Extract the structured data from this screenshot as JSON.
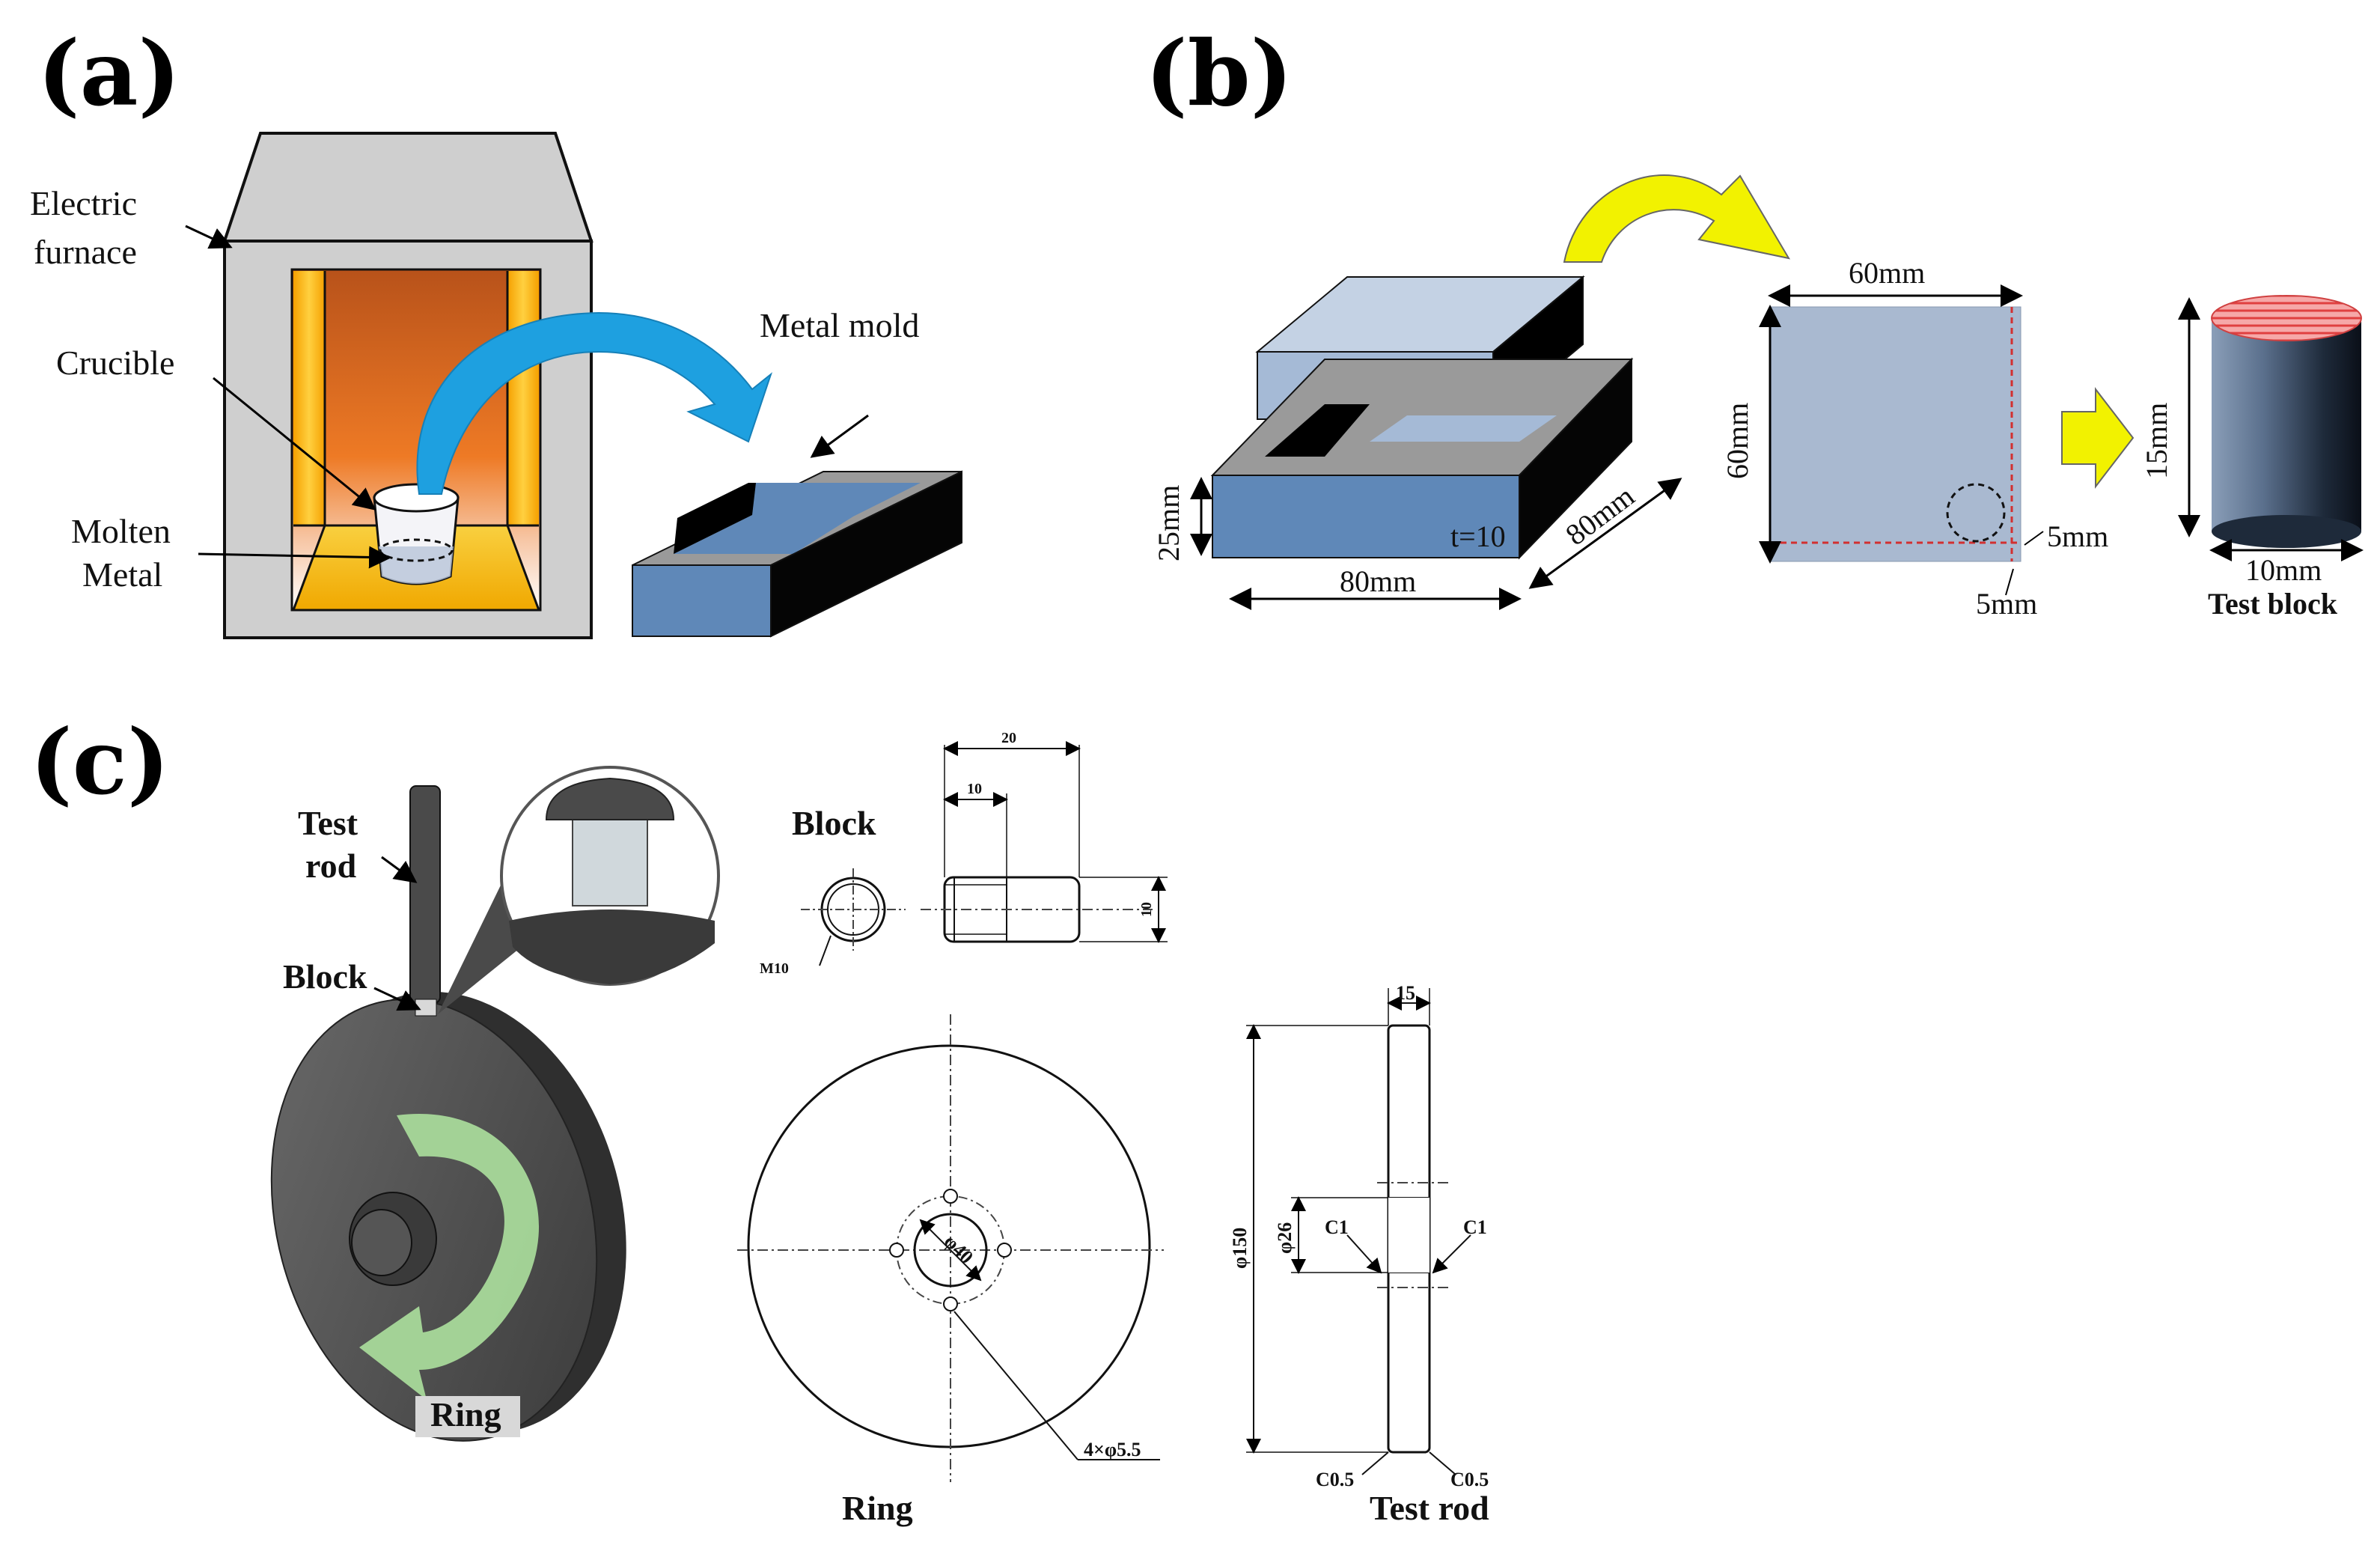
{
  "panels": {
    "a": {
      "label": "(a)",
      "electric_furnace": "Electric",
      "electric_furnace_2": "furnace",
      "crucible": "Crucible",
      "molten": "Molten",
      "metal": "Metal",
      "metal_mold": "Metal mold"
    },
    "b": {
      "label": "(b)",
      "dim_25": "25mm",
      "dim_80_w": "80mm",
      "dim_80_d": "80mm",
      "thickness": "t=10",
      "dim_60_top": "60mm",
      "dim_60_side": "60mm",
      "dim_5_right": "5mm",
      "dim_5_bottom": "5mm",
      "dim_15": "15mm",
      "dim_10": "10mm",
      "test_block": "Test block"
    },
    "c": {
      "label": "(c)",
      "test": "Test",
      "rod": "rod",
      "block": "Block",
      "ring": "Ring",
      "drawing_block": "Block",
      "block_20": "20",
      "block_10_top": "10",
      "block_10_side": "10",
      "block_m10": "M10",
      "ring_phi40": "φ40",
      "ring_holes": "4×φ5.5",
      "drawing_ring": "Ring",
      "rod_15": "15",
      "rod_phi150": "φ150",
      "rod_phi26": "φ26",
      "rod_c1_left": "C1",
      "rod_c1_right": "C1",
      "rod_c05_left": "C0.5",
      "rod_c05_right": "C0.5",
      "drawing_rod": "Test rod"
    }
  },
  "colors": {
    "furnace_gray": "#cfcfcf",
    "furnace_orange": "#e66a1e",
    "furnace_yellow": "#f5b400",
    "arrow_blue": "#1ea0e0",
    "mold_blue": "#5f88b8",
    "mold_light": "#a9bdd6",
    "yellow_arrow": "#f2f200",
    "ring_dark": "#4a4a4a",
    "rotation_green": "#a8d99a",
    "red_dash": "#d23030"
  }
}
